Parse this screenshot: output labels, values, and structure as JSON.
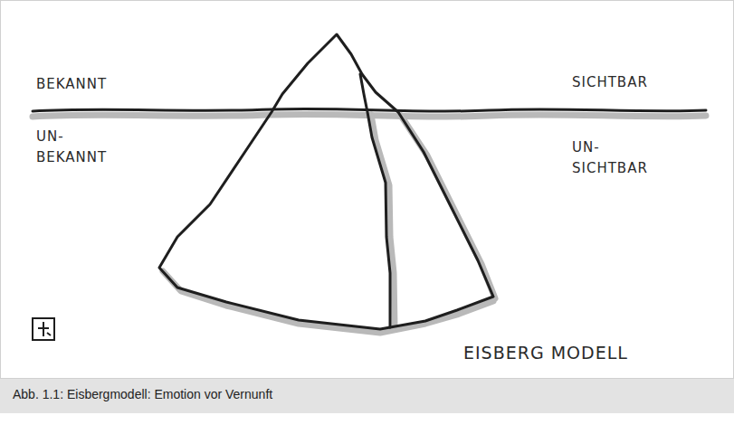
{
  "diagram": {
    "caption": "Abb. 1.1: Eisbergmodell: Emotion vor Vernunft",
    "labels": [
      "BEKANNT",
      "UN- BEKANNT",
      "SICHTBAR",
      "UN- SICHTBAR",
      "EISBERG MODELL"
    ]
  }
}
